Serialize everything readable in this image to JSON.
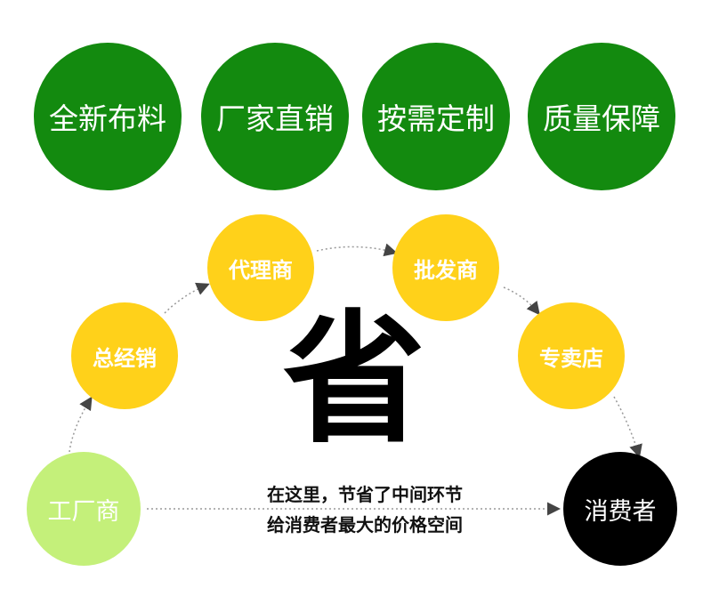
{
  "features": [
    {
      "label": "全新布料"
    },
    {
      "label": "厂家直销"
    },
    {
      "label": "按需定制"
    },
    {
      "label": "质量保障"
    }
  ],
  "flow": {
    "factory": "工厂商",
    "distributor": "总经销",
    "agent": "代理商",
    "wholesaler": "批发商",
    "store": "专卖店",
    "consumer": "消费者"
  },
  "save_char": "省",
  "caption": {
    "line1": "在这里，节省了中间环节",
    "line2": "给消费者最大的价格空间"
  },
  "colors": {
    "feature_green": "#138a0f",
    "middleman_yellow": "#ffd11a",
    "factory_lightgreen": "#c4f07a",
    "consumer_black": "#000000"
  }
}
